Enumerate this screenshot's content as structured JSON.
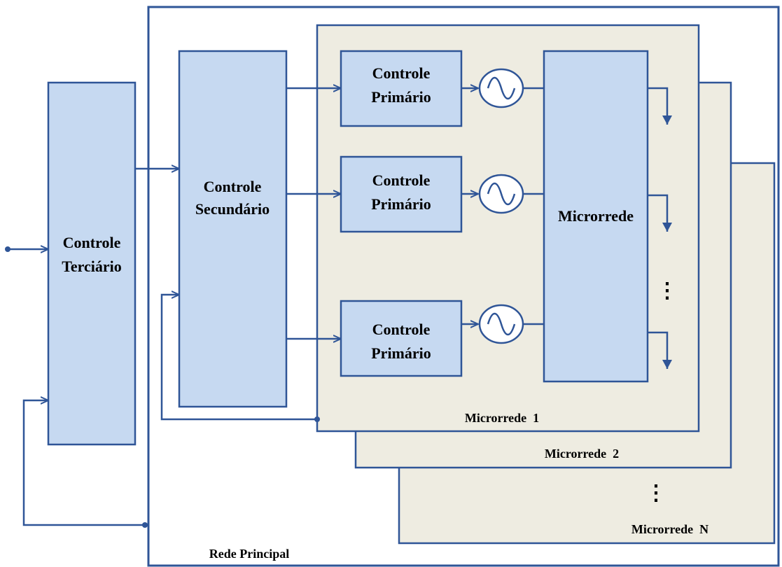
{
  "blocks": {
    "tertiary": {
      "line1": "Controle",
      "line2": "Terciário"
    },
    "secondary": {
      "line1": "Controle",
      "line2": "Secundário"
    },
    "primary": [
      {
        "line1": "Controle",
        "line2": "Primário"
      },
      {
        "line1": "Controle",
        "line2": "Primário"
      },
      {
        "line1": "Controle",
        "line2": "Primário"
      }
    ],
    "microgrid_block": "Microrrede"
  },
  "panels": {
    "main_network": "Rede Principal",
    "microgrid_1": "Microrrede  1",
    "microgrid_2": "Microrrede  2",
    "microgrid_n": "Microrrede  N"
  },
  "ellipsis": "⋮",
  "colors": {
    "block_fill": "#c6d9f1",
    "line": "#2f5597",
    "panel_fill": "#eeece1"
  }
}
